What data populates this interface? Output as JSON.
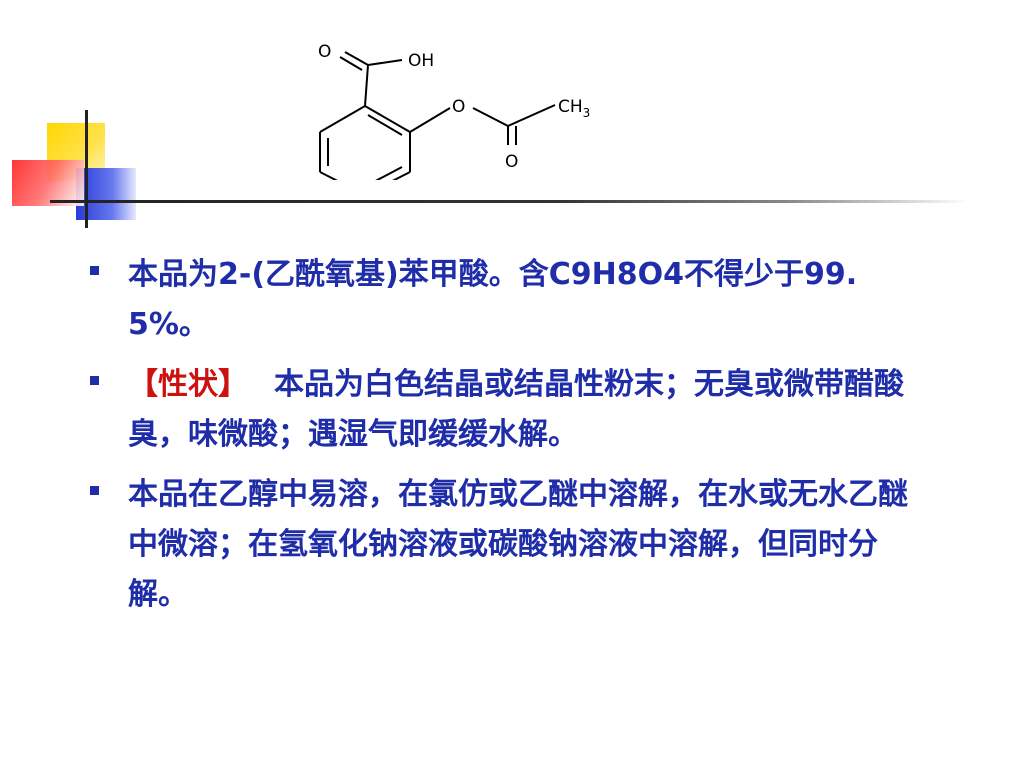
{
  "molecule": {
    "atom_o_top": "O",
    "atom_oh": "OH",
    "atom_o_ester": "O",
    "atom_ch": "CH",
    "atom_sub3": "3",
    "atom_o_bottom": "O"
  },
  "bullets": [
    {
      "text": "本品为2-(乙酰氧基)苯甲酸。含C9H8O4不得少于99.5%。"
    },
    {
      "label": "【性状】",
      "text": "本品为白色结晶或结晶性粉末；无臭或微带醋酸臭，味微酸；遇湿气即缓缓水解。"
    },
    {
      "text": "本品在乙醇中易溶，在氯仿或乙醚中溶解，在水或无水乙醚中微溶；在氢氧化钠溶液或碳酸钠溶液中溶解，但同时分解。"
    }
  ],
  "colors": {
    "text": "#1f2ea8",
    "label": "#cc1111",
    "bullet": "#1f2ea8"
  }
}
